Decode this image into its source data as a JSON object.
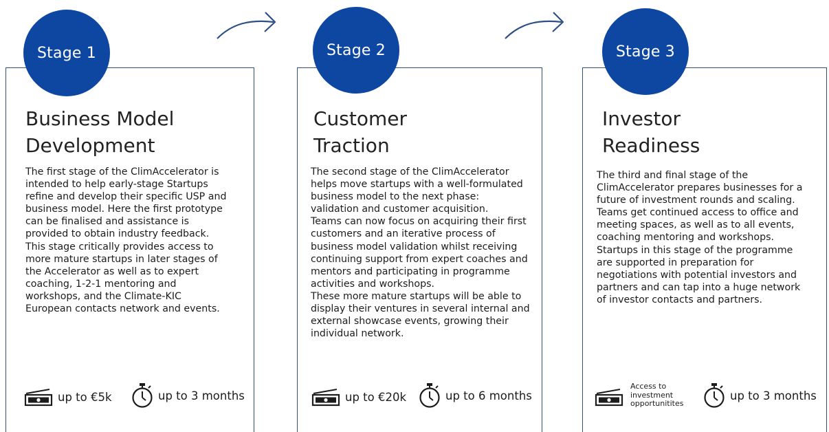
{
  "stages": [
    {
      "badge": "Stage 1",
      "title_lines": [
        "Business Model",
        "Development"
      ],
      "body_lines": [
        "The first stage of the ClimAccelerator is",
        "intended to help early-stage Startups",
        "refine and develop their specific USP and",
        "business model. Here the first prototype",
        "can be finalised and assistance is",
        "provided to obtain industry feedback.",
        "This stage critically provides access to",
        "more mature startups in later stages of",
        "the Accelerator as well as to expert",
        "coaching, 1-2-1 mentoring and",
        "workshops,  and the Climate-KIC",
        "European contacts network and events."
      ],
      "funding_label": "up to €5k",
      "duration_label": "up to 3 months"
    },
    {
      "badge": "Stage 2",
      "title_lines": [
        "Customer",
        "Traction"
      ],
      "body_lines": [
        "The second stage of the ClimAccelerator",
        "helps move startups with a well-formulated",
        "business model to the next phase:",
        "validation and customer acquisition.",
        "Teams can now focus on acquiring their first",
        "customers and an iterative process of",
        "business model validation whilst receiving",
        "continuing support from expert coaches and",
        "mentors and participating in programme",
        "activities and workshops.",
        "These more mature startups will be able to",
        "display their ventures in several internal and",
        "external showcase events, growing their",
        "individual network."
      ],
      "funding_label": "up to €20k",
      "duration_label": "up to 6 months"
    },
    {
      "badge": "Stage 3",
      "title_lines": [
        "Investor",
        "Readiness"
      ],
      "body_lines": [
        "The third and final stage of the",
        "ClimAccelerator prepares businesses for a",
        "future of investment rounds and scaling.",
        "Teams get continued access to office and",
        "meeting spaces, as well as to all events,",
        "coaching mentoring and workshops.",
        "Startups in this stage of the programme",
        "are supported in preparation for",
        "negotiations with potential investors and",
        "partners and can tap into a huge network",
        "of investor contacts and partners."
      ],
      "funding_note_lines": [
        "Access to",
        "investment",
        "opportunitites"
      ],
      "duration_label": "up to 3 months"
    }
  ],
  "icons": {
    "funding": "money-icon",
    "duration": "stopwatch-icon",
    "connector": "curved-arrow-icon"
  },
  "colors": {
    "badge": "#0d47a1",
    "border": "#2f4f7f",
    "arrow": "#2c4f86"
  }
}
